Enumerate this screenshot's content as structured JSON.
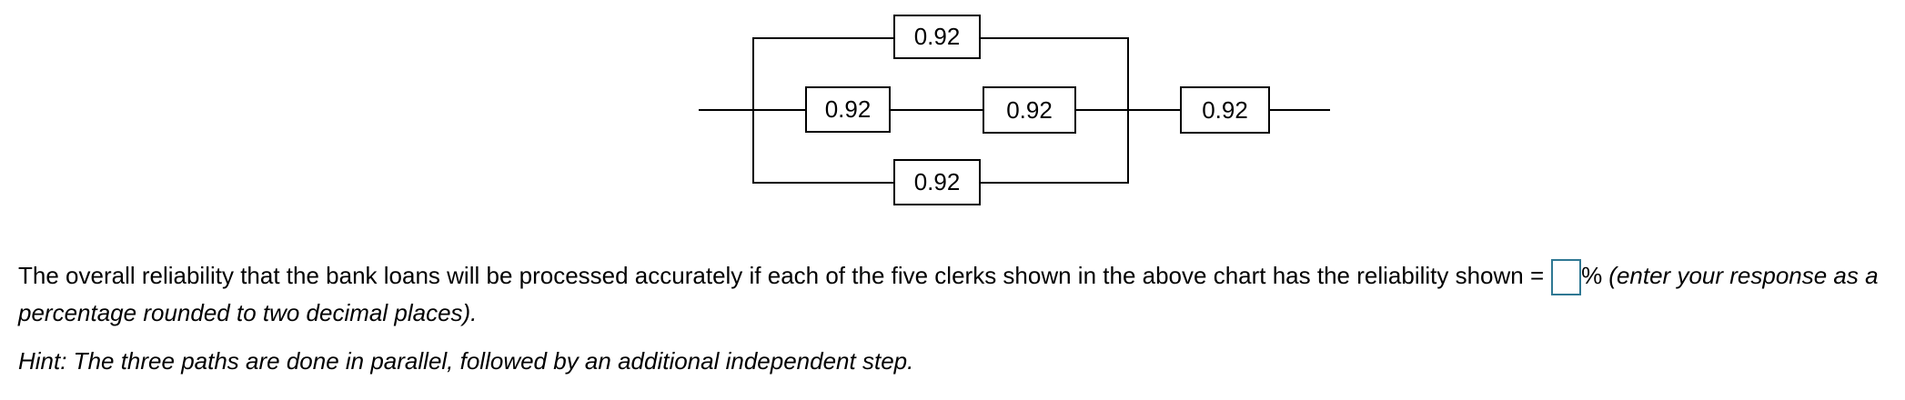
{
  "diagram": {
    "description": "reliability-block-diagram",
    "boxes": [
      {
        "position": "top-branch",
        "value": "0.92"
      },
      {
        "position": "middle-branch-first",
        "value": "0.92"
      },
      {
        "position": "middle-branch-second",
        "value": "0.92"
      },
      {
        "position": "bottom-branch",
        "value": "0.92"
      },
      {
        "position": "series-final-step",
        "value": "0.92"
      }
    ]
  },
  "question": {
    "text_before_answer": "The overall reliability that the bank loans will be processed accurately if each of the five clerks shown in the above chart has the reliability shown =",
    "answer_input_value": "",
    "percent_sign": "%",
    "note_italic_line1": "(enter your response as a",
    "note_italic_line2": "percentage rounded to two decimal places).",
    "hint": "Hint: The three paths are done in parallel, followed by an additional independent step."
  },
  "colors": {
    "answer_box_border": "#2f7893",
    "diagram_line": "#000000",
    "text": "#000000"
  }
}
